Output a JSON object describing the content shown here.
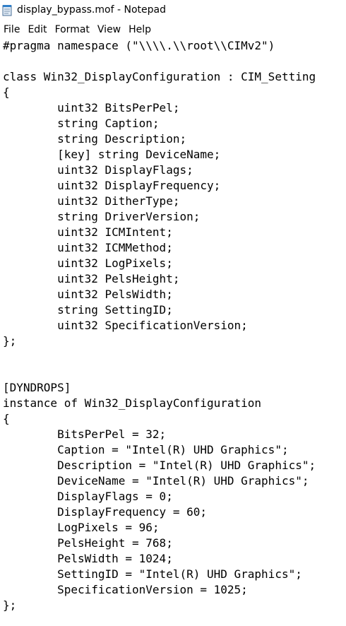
{
  "window": {
    "title": "display_bypass.mof - Notepad",
    "icon": "notepad-icon"
  },
  "menu": {
    "items": [
      "File",
      "Edit",
      "Format",
      "View",
      "Help"
    ]
  },
  "editor": {
    "lines": [
      "#pragma namespace (\"\\\\\\\\.\\\\root\\\\CIMv2\")",
      "",
      "class Win32_DisplayConfiguration : CIM_Setting",
      "{",
      "        uint32 BitsPerPel;",
      "        string Caption;",
      "        string Description;",
      "        [key] string DeviceName;",
      "        uint32 DisplayFlags;",
      "        uint32 DisplayFrequency;",
      "        uint32 DitherType;",
      "        string DriverVersion;",
      "        uint32 ICMIntent;",
      "        uint32 ICMMethod;",
      "        uint32 LogPixels;",
      "        uint32 PelsHeight;",
      "        uint32 PelsWidth;",
      "        string SettingID;",
      "        uint32 SpecificationVersion;",
      "};",
      "",
      "",
      "[DYNDROPS]",
      "instance of Win32_DisplayConfiguration",
      "{",
      "        BitsPerPel = 32;",
      "        Caption = \"Intel(R) UHD Graphics\";",
      "        Description = \"Intel(R) UHD Graphics\";",
      "        DeviceName = \"Intel(R) UHD Graphics\";",
      "        DisplayFlags = 0;",
      "        DisplayFrequency = 60;",
      "        LogPixels = 96;",
      "        PelsHeight = 768;",
      "        PelsWidth = 1024;",
      "        SettingID = \"Intel(R) UHD Graphics\";",
      "        SpecificationVersion = 1025;",
      "};"
    ]
  }
}
